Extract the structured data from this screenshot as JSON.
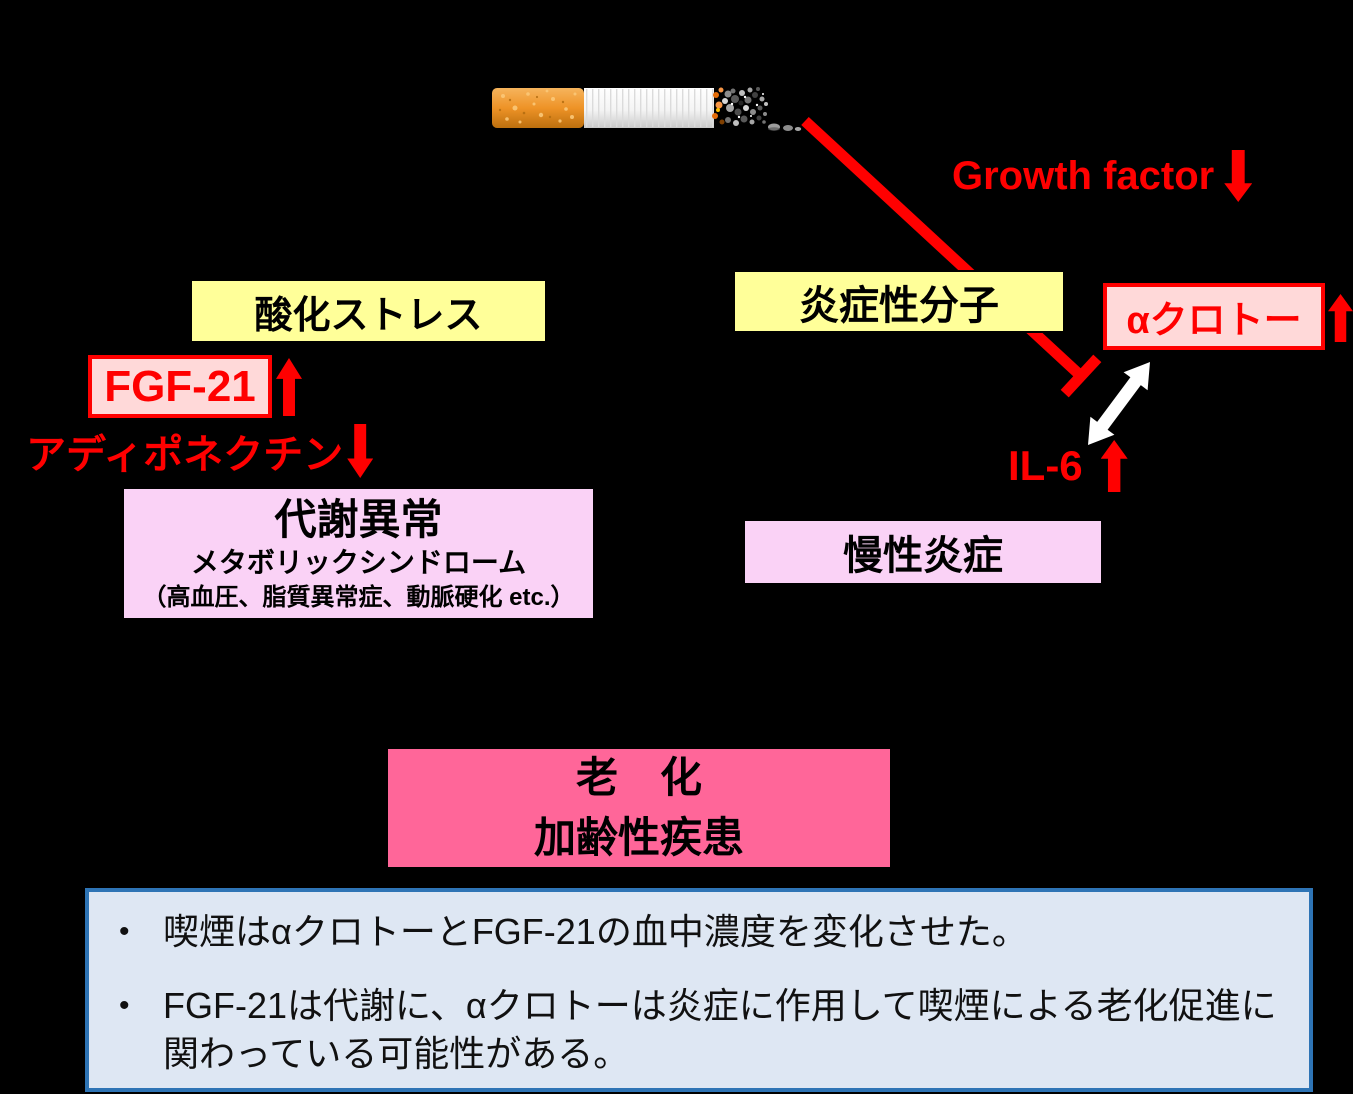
{
  "labels": {
    "growth_factor": "Growth factor",
    "fgf21": "FGF-21",
    "adiponectin": "アディポネクチン",
    "klotho": "αクロトー",
    "il6": "IL-6"
  },
  "boxes": {
    "oxidative_stress": "酸化ストレス",
    "inflammatory_molecules": "炎症性分子",
    "metabolic": {
      "title": "代謝異常",
      "line2": "メタボリックシンドローム",
      "line3": "（高血圧、脂質異常症、動脈硬化 etc.）"
    },
    "chronic_inflammation": "慢性炎症",
    "aging": {
      "line1": "老　化",
      "line2": "加齢性疾患"
    }
  },
  "summary": {
    "bullet_glyph": "•",
    "bullets": [
      "喫煙はαクロトーとFGF-21の血中濃度を変化させた。",
      "FGF-21は代謝に、αクロトーは炎症に作用して喫煙による老化促進に関わっている可能性がある。"
    ]
  },
  "icons": {
    "up_arrow": "increase-arrow",
    "down_arrow": "decrease-arrow",
    "double_arrow": "interaction-double-arrow",
    "t_bar": "inhibition-line",
    "cigarette": "burning-cigarette"
  },
  "colors": {
    "background": "#000000",
    "accent_red": "#FF0000",
    "yellow_box": "#FFFF99",
    "pink_box_fill": "#FFD9D9",
    "magenta_box_fill": "#FAD2F6",
    "aging_box_fill": "#FF6699",
    "summary_fill": "#DEE7F3",
    "summary_border": "#2E74B5",
    "cigarette_filter": "#EE9327"
  }
}
